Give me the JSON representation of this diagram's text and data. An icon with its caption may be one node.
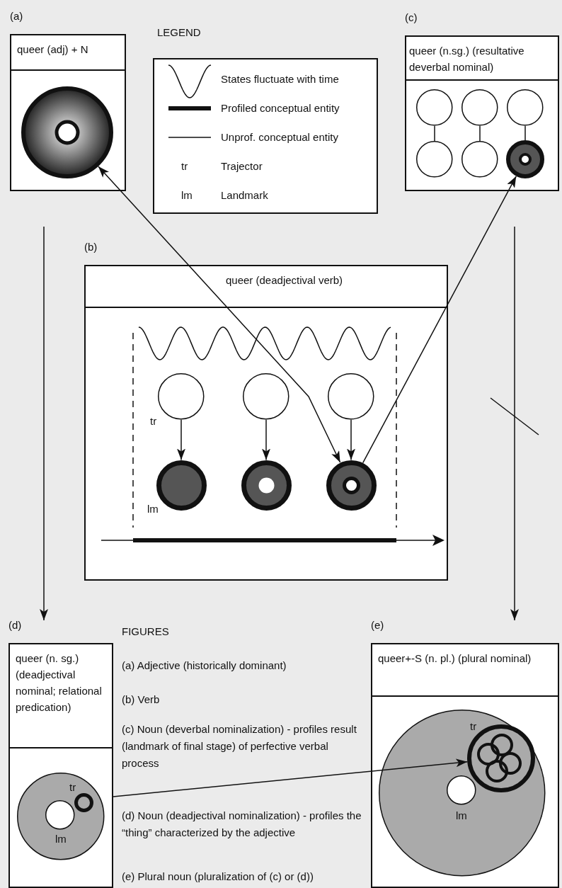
{
  "diagram": {
    "nodes": [
      {
        "text": [
          "(a)",
          "queer (adj) + N"
        ]
      },
      {
        "text": [],
        "shape": "circle",
        "in": 0
      },
      {
        "text": [
          "(c)",
          "queer (n.sg.) (resultative deverbal nominal)"
        ]
      },
      {
        "text": [],
        "shape": "circle",
        "in": 2
      },
      {
        "text": [],
        "shape": "circle",
        "in": 2
      },
      {
        "text": [],
        "shape": "circle",
        "in": 2
      },
      {
        "text": [],
        "shape": "circle",
        "in": 2
      },
      {
        "text": [],
        "shape": "circle",
        "in": 2
      },
      {
        "text": [],
        "shape": "circle",
        "in": 2
      },
      {
        "text": [
          "(b)",
          "queer (deadjectival verb)"
        ]
      },
      {
        "text": [],
        "shape": "circle",
        "in": 9,
        "beside": [
          "tr"
        ]
      },
      {
        "text": [],
        "shape": "circle",
        "in": 9
      },
      {
        "text": [],
        "shape": "circle",
        "in": 9
      },
      {
        "text": [],
        "shape": "circle",
        "in": 9,
        "beside": [
          "lm"
        ]
      },
      {
        "text": [],
        "shape": "circle",
        "in": 9
      },
      {
        "text": [],
        "shape": "circle",
        "in": 9
      },
      {
        "text": [
          "(d)",
          "queer (n. sg.) (deadjectival nominal; relational predication)"
        ]
      },
      {
        "text": [],
        "shape": "circle",
        "in": 16
      },
      {
        "text": [],
        "shape": "circle",
        "in": 17,
        "beside": [
          "tr"
        ]
      },
      {
        "text": [],
        "shape": "circle",
        "in": 17,
        "beside": [
          "lm"
        ]
      },
      {
        "text": [
          "(e)",
          "queer+-S (n. pl.) (plural nominal)"
        ]
      },
      {
        "text": [],
        "shape": "circle",
        "in": 20
      },
      {
        "text": [],
        "shape": "circle",
        "in": 21,
        "beside": [
          "tr"
        ]
      },
      {
        "text": [],
        "shape": "circle",
        "in": 22
      },
      {
        "text": [],
        "shape": "circle",
        "in": 22
      },
      {
        "text": [],
        "shape": "circle",
        "in": 22
      },
      {
        "text": [],
        "shape": "circle",
        "in": 22
      },
      {
        "text": [],
        "shape": "circle",
        "in": 21,
        "beside": [
          "lm"
        ]
      }
    ],
    "edges": [
      {
        "from": 1,
        "to": 15,
        "arrow": "both"
      },
      {
        "from": 15,
        "to": 8,
        "arrow": "to"
      },
      {
        "from": 0,
        "to": 16,
        "arrow": "to"
      },
      {
        "from": 2,
        "to": 20,
        "arrow": "to"
      },
      {
        "from": 10,
        "to": 13,
        "arrow": "to"
      },
      {
        "from": 11,
        "to": 14,
        "arrow": "to"
      },
      {
        "from": 12,
        "to": 15,
        "arrow": "to"
      },
      {
        "from": 3,
        "to": 6,
        "arrow": "none"
      },
      {
        "from": 4,
        "to": 7,
        "arrow": "none"
      },
      {
        "from": 5,
        "to": 8,
        "arrow": "none"
      },
      {
        "from": 16,
        "to": 22,
        "arrow": "to"
      }
    ],
    "labels": [
      "LEGEND",
      "tr",
      "lm",
      "FIGURES",
      "(a) Adjective (historically dominant)",
      "(b) Verb",
      "(c) Noun (deverbal nominalization) - profiles result (landmark of final stage) of perfective verbal process",
      "(d) Noun (deadjectival nominalization) - profiles the “thing” characterized by the adjective",
      "(e) Plural noun (pluralization of (c) or (d))"
    ],
    "legend": [
      {
        "text": "States fluctuate with time"
      },
      {
        "text": "Profiled conceptual entity"
      },
      {
        "text": "Unprof. conceptual entity"
      },
      {
        "text": "Trajector"
      },
      {
        "text": "Landmark"
      }
    ]
  }
}
